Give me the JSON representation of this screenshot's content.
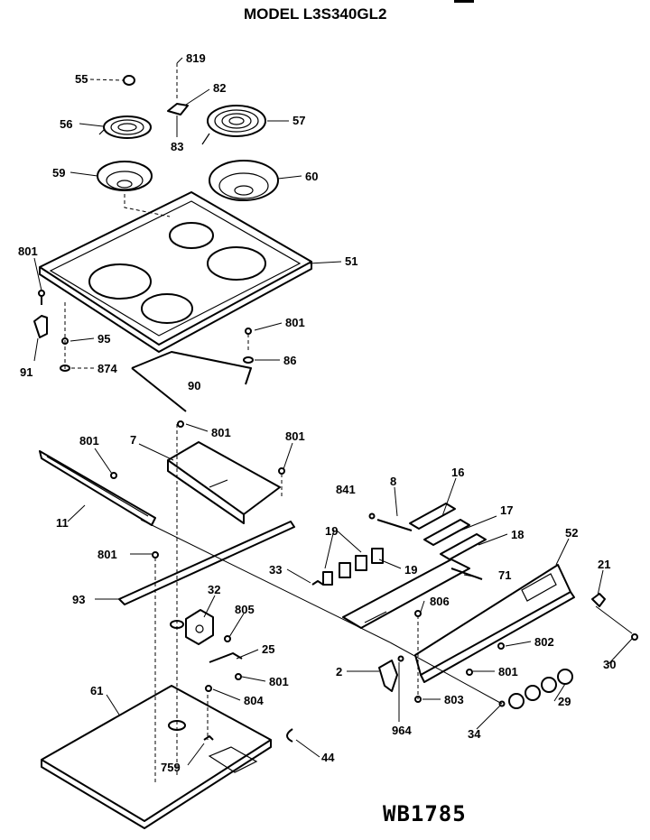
{
  "diagram": {
    "title": "MODEL L3S340GL2",
    "drawing_code": "WB1785"
  },
  "labels": [
    {
      "key": "p819",
      "text": "819"
    },
    {
      "key": "p55",
      "text": "55"
    },
    {
      "key": "p82",
      "text": "82"
    },
    {
      "key": "p56",
      "text": "56"
    },
    {
      "key": "p83",
      "text": "83"
    },
    {
      "key": "p57",
      "text": "57"
    },
    {
      "key": "p59",
      "text": "59"
    },
    {
      "key": "p60",
      "text": "60"
    },
    {
      "key": "p51",
      "text": "51"
    },
    {
      "key": "p801a",
      "text": "801"
    },
    {
      "key": "p801b",
      "text": "801"
    },
    {
      "key": "p95",
      "text": "95"
    },
    {
      "key": "p86",
      "text": "86"
    },
    {
      "key": "p91",
      "text": "91"
    },
    {
      "key": "p874",
      "text": "874"
    },
    {
      "key": "p90",
      "text": "90"
    },
    {
      "key": "p801c",
      "text": "801"
    },
    {
      "key": "p801d",
      "text": "801"
    },
    {
      "key": "p7",
      "text": "7"
    },
    {
      "key": "p801e",
      "text": "801"
    },
    {
      "key": "p11",
      "text": "11"
    },
    {
      "key": "p841",
      "text": "841"
    },
    {
      "key": "p8",
      "text": "8"
    },
    {
      "key": "p16",
      "text": "16"
    },
    {
      "key": "p17",
      "text": "17"
    },
    {
      "key": "p18",
      "text": "18"
    },
    {
      "key": "p19a",
      "text": "19"
    },
    {
      "key": "p19b",
      "text": "19"
    },
    {
      "key": "p52",
      "text": "52"
    },
    {
      "key": "p801f",
      "text": "801"
    },
    {
      "key": "p33",
      "text": "33"
    },
    {
      "key": "p71",
      "text": "71"
    },
    {
      "key": "p21",
      "text": "21"
    },
    {
      "key": "p93",
      "text": "93"
    },
    {
      "key": "p32",
      "text": "32"
    },
    {
      "key": "p805",
      "text": "805"
    },
    {
      "key": "p806",
      "text": "806"
    },
    {
      "key": "p25",
      "text": "25"
    },
    {
      "key": "p802",
      "text": "802"
    },
    {
      "key": "p30",
      "text": "30"
    },
    {
      "key": "p801g",
      "text": "801"
    },
    {
      "key": "p2",
      "text": "2"
    },
    {
      "key": "p801h",
      "text": "801"
    },
    {
      "key": "p61",
      "text": "61"
    },
    {
      "key": "p804",
      "text": "804"
    },
    {
      "key": "p803",
      "text": "803"
    },
    {
      "key": "p29",
      "text": "29"
    },
    {
      "key": "p964",
      "text": "964"
    },
    {
      "key": "p34",
      "text": "34"
    },
    {
      "key": "p759",
      "text": "759"
    },
    {
      "key": "p44",
      "text": "44"
    }
  ]
}
